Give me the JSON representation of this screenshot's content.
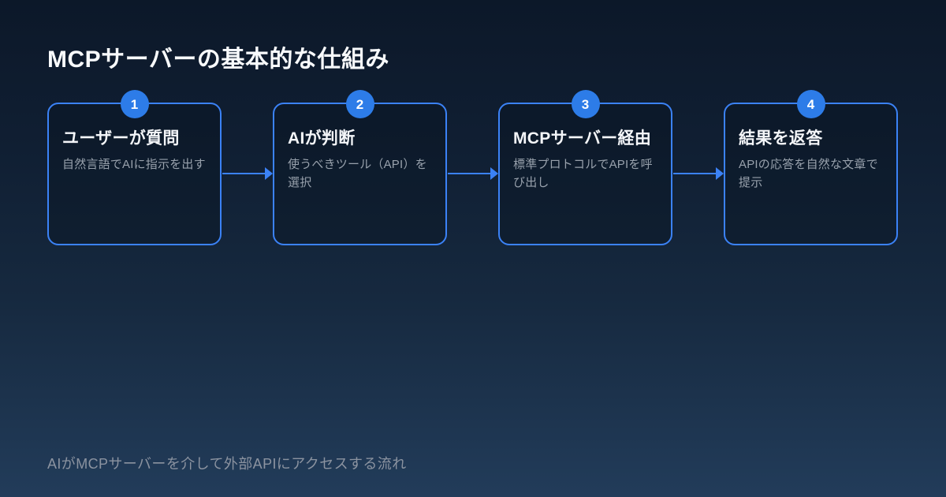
{
  "page": {
    "title": "MCPサーバーの基本的な仕組み",
    "caption": "AIがMCPサーバーを介して外部APIにアクセスする流れ"
  },
  "steps": [
    {
      "number": "1",
      "title": "ユーザーが質問",
      "description": "自然言語でAIに指示を出す"
    },
    {
      "number": "2",
      "title": "AIが判断",
      "description": "使うべきツール（API）を選択"
    },
    {
      "number": "3",
      "title": "MCPサーバー経由",
      "description": "標準プロトコルでAPIを呼び出し"
    },
    {
      "number": "4",
      "title": "結果を返答",
      "description": "APIの応答を自然な文章で提示"
    }
  ],
  "colors": {
    "accent_blue": "#3b82f6",
    "badge_blue": "#2d7ce8",
    "background_top": "#0c1829",
    "background_bottom": "#223c5a",
    "title_text": "#f8fafc",
    "description_text": "#98a1ac",
    "caption_text": "#8b93a0"
  }
}
